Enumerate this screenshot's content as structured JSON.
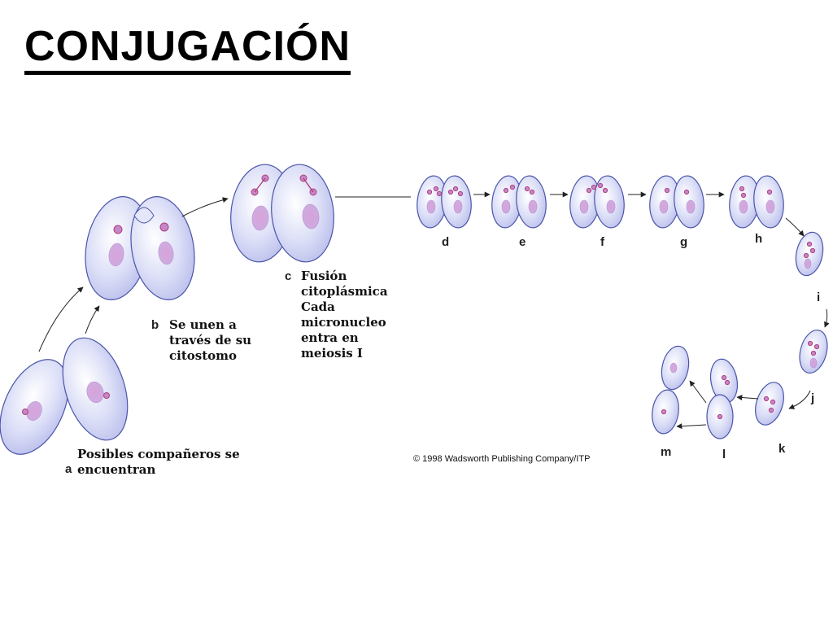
{
  "title": "CONJUGACIÓN",
  "stages": [
    {
      "letter": "a",
      "caption": [
        "Posibles compañeros se",
        "encuentran"
      ]
    },
    {
      "letter": "b",
      "caption": [
        "Se unen a",
        "través de su",
        "citostomo"
      ]
    },
    {
      "letter": "c",
      "caption": [
        "Fusión",
        "citoplásmica",
        "",
        "Cada",
        "micronucleo",
        "entra en",
        "meiosis I"
      ]
    },
    {
      "letter": "d"
    },
    {
      "letter": "e"
    },
    {
      "letter": "f"
    },
    {
      "letter": "g"
    },
    {
      "letter": "h"
    },
    {
      "letter": "i"
    },
    {
      "letter": "j"
    },
    {
      "letter": "k"
    },
    {
      "letter": "l"
    },
    {
      "letter": "m"
    }
  ],
  "copyright": "© 1998 Wadsworth Publishing Company/ITP",
  "colors": {
    "cell_fill": "#c9cdf2",
    "cell_edge": "#4a55a8",
    "nucleus": "#c586c8",
    "micronucleus": "#b0407c"
  }
}
